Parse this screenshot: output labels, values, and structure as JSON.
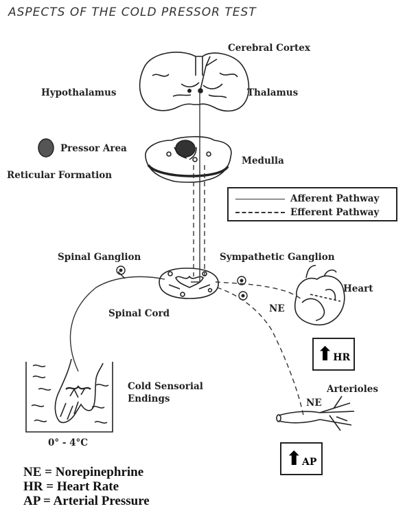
{
  "title": "ASPECTS OF THE COLD PRESSOR TEST",
  "labels": {
    "cerebral_cortex": "Cerebral Cortex",
    "hypothalamus": "Hypothalamus",
    "thalamus": "Thalamus",
    "pressor_area": "Pressor Area",
    "medulla": "Medulla",
    "reticular_formation": "Reticular Formation",
    "spinal_ganglion": "Spinal Ganglion",
    "sympathetic_ganglion": "Sympathetic Ganglion",
    "heart": "Heart",
    "ne_heart": "NE",
    "spinal_cord": "Spinal Cord",
    "cold_endings_1": "Cold Sensorial",
    "cold_endings_2": "Endings",
    "temperature": "0° - 4°C",
    "arterioles": "Arterioles",
    "ne_arterioles": "NE"
  },
  "legend": {
    "afferent": "Afferent Pathway",
    "efferent": "Efferent Pathway"
  },
  "indicators": {
    "hr": {
      "arrow": "⬆",
      "text": "HR"
    },
    "ap": {
      "arrow": "⬆",
      "text": "AP"
    }
  },
  "abbreviations": [
    "NE = Norepinephrine",
    "HR = Heart Rate",
    "AP = Arterial Pressure"
  ]
}
